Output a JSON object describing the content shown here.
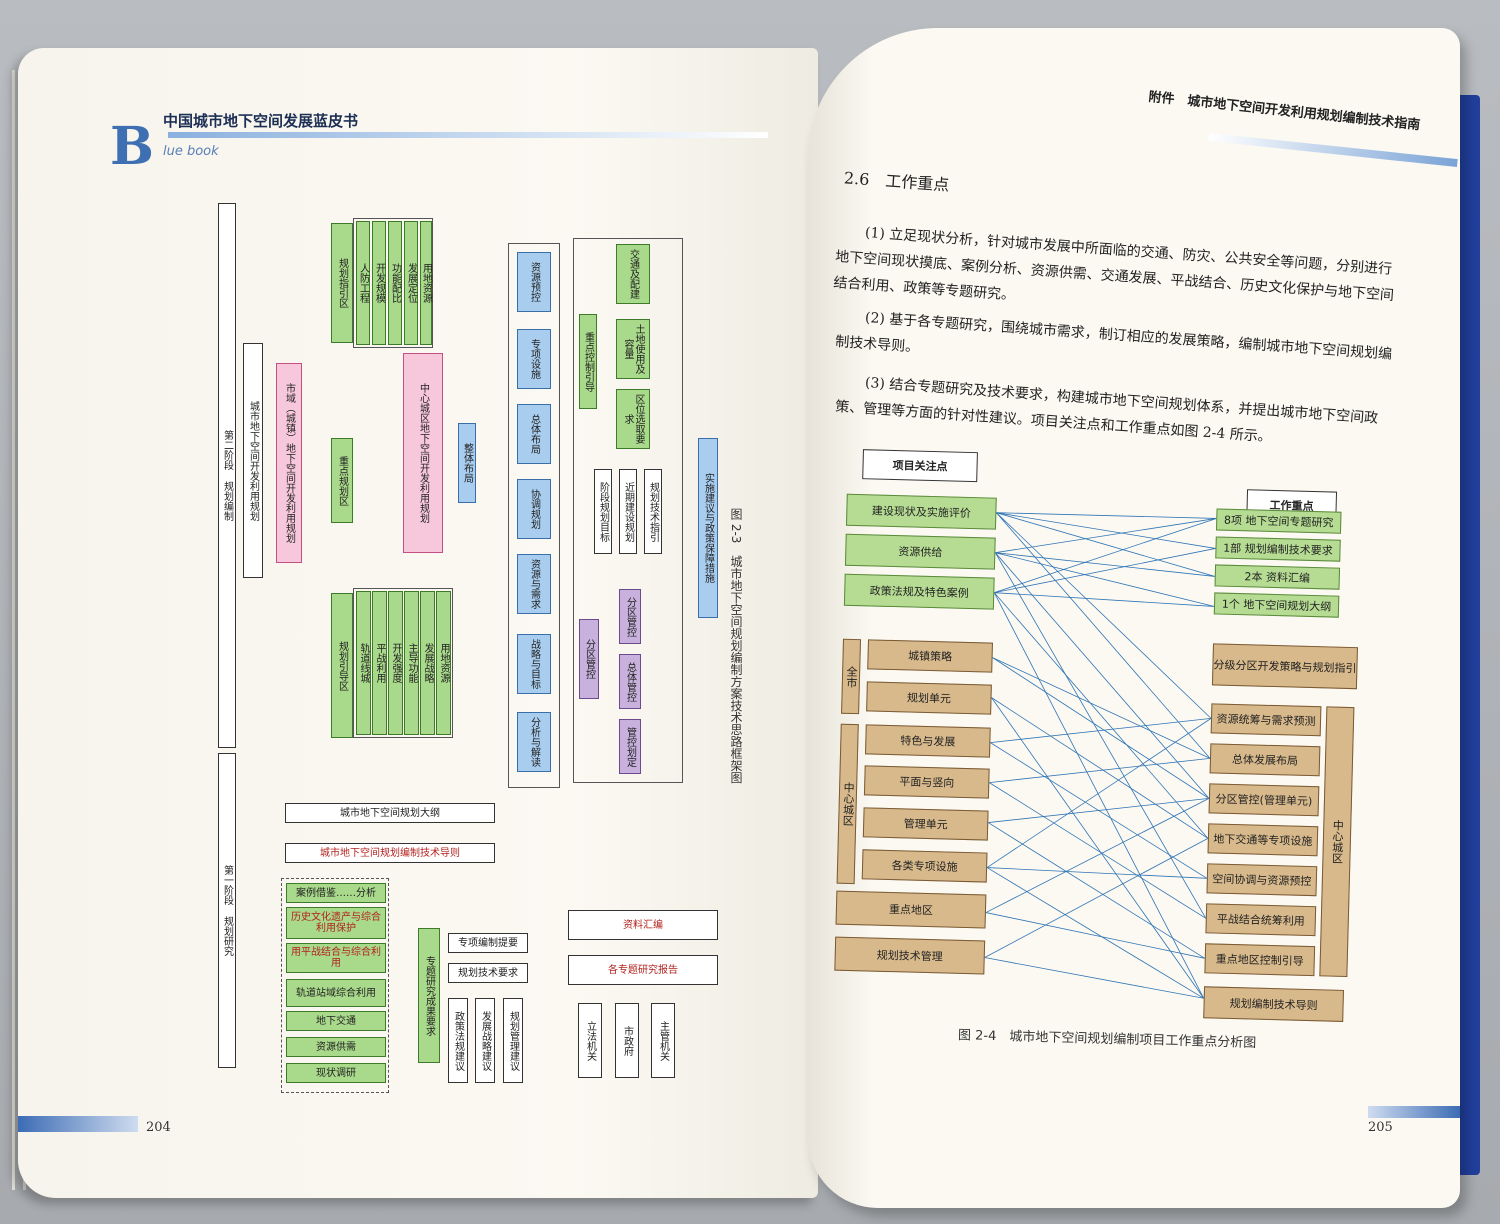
{
  "left_page": {
    "logo_letter": "B",
    "book_title": "中国城市地下空间发展蓝皮书",
    "book_subtitle": "lue book",
    "page_number": "204",
    "figure_caption": "图 2-3　城市地下空间规划编制方案技术思路框架图",
    "phase1": "第一阶段 规划研究",
    "phase2": "第二阶段 规划编制",
    "plan_outline": "城市地下空间规划大纲",
    "tech_guide": "城市地下空间规划编制技术导则",
    "city_plan": "市域（城镇）地下空间开发利用规划",
    "city_plan_note": "城市地下空间开发利用规划",
    "center_plan": "中心城区地下空间开发利用规划",
    "key_area": "重点规划区",
    "overall_layout": "整体布局",
    "guide_zone": "规划引导区",
    "guide_items": [
      "轨道线城",
      "平战利用",
      "开发强度",
      "主导功能",
      "发展战略",
      "用地资源"
    ],
    "guide_area": "规划指引区",
    "guide_area_items": [
      "人防工程",
      "开发规模",
      "功能配比",
      "发展定位",
      "用地资源"
    ],
    "blue_items": [
      "资源预控",
      "专项设施",
      "总体布局",
      "协调规划",
      "资源与需求",
      "战略与目标",
      "分析与解读"
    ],
    "right_cols": [
      "交通及配建",
      "土地使用及容量",
      "区位选取要求"
    ],
    "key_control_guide": "重点控制引导",
    "stage_goal": "阶段规划目标",
    "near_term": "近期建设规划",
    "plan_guideline": "规划技术指引",
    "implementation": "实施建议与政策保障措施",
    "zone_control": "分区管控",
    "violet_items": [
      "分区管控",
      "总体管控",
      "管控划定"
    ],
    "research_items": [
      "案例借鉴……分析",
      "历史文化遗产与综合利用保护",
      "用平战结合与综合利用",
      "轨道站域综合利用",
      "地下交通",
      "资源供需",
      "现状调研"
    ],
    "special_research": "专题研究成果要求",
    "special_items": [
      "专项编制提要",
      "规划技术要求"
    ],
    "policy_items": [
      "政策法规建议",
      "发展战略建议",
      "规划管理建议"
    ],
    "data_summary": "资料汇编",
    "special_report": "各专题研究报告",
    "gov_items": [
      "立法机关",
      "市政府",
      "主管机关"
    ]
  },
  "right_page": {
    "header": "附件　城市地下空间开发利用规划编制技术指南",
    "page_number": "205",
    "section_title": "2.6　工作重点",
    "paragraphs": [
      "(1) 立足现状分析，针对城市发展中所面临的交通、防灾、公共安全等问题，分别进行地下空间现状摸底、案例分析、资源供需、交通发展、平战结合、历史文化保护与地下空间结合利用、政策等专题研究。",
      "(2) 基于各专题研究，围绕城市需求，制订相应的发展策略，编制城市地下空间规划编制技术导则。",
      "(3) 结合专题研究及技术要求，构建城市地下空间规划体系，并提出城市地下空间政策、管理等方面的针对性建议。项目关注点和工作重点如图 2-4 所示。"
    ],
    "figure_caption": "图 2-4　城市地下空间规划编制项目工作重点分析图",
    "left_header": "项目关注点",
    "right_header": "工作重点",
    "focus_green": [
      "建设现状及实施评价",
      "资源供给",
      "政策法规及特色案例"
    ],
    "group_all": "全市",
    "group_center": "中心城区",
    "focus_tan": [
      "城镇策略",
      "规划单元",
      "特色与发展",
      "平面与竖向",
      "管理单元",
      "各类专项设施",
      "重点地区",
      "规划技术管理"
    ],
    "work_green": [
      "8项 地下空间专题研究",
      "1部 规划编制技术要求",
      "2本 资料汇编",
      "1个 地下空间规划大纲"
    ],
    "work_tan_top": "分级分区开发策略与规划指引",
    "work_tan": [
      "资源统筹与需求预测",
      "总体发展布局",
      "分区管控(管理单元)",
      "地下交通等专项设施",
      "空间协调与资源预控",
      "平战结合统筹利用",
      "重点地区控制引导"
    ],
    "work_center": "中心城区",
    "work_bottom": "规划编制技术导则"
  }
}
